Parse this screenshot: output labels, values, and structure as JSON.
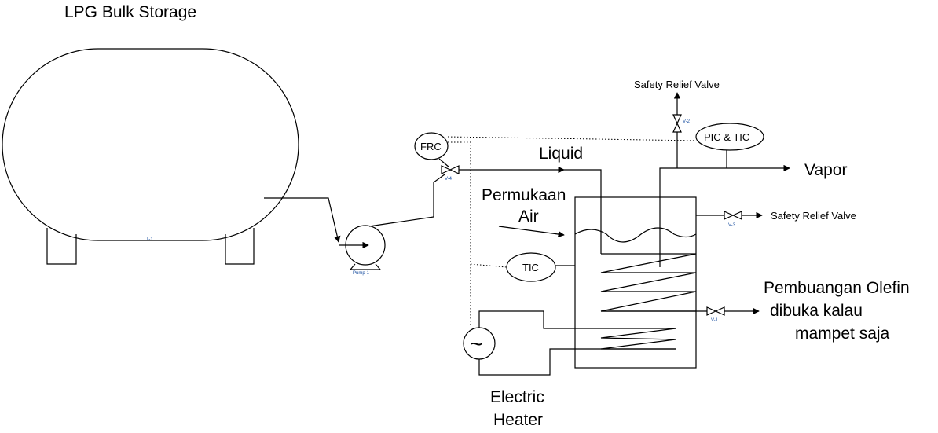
{
  "labels": {
    "storage_title": "LPG Bulk Storage",
    "liquid": "Liquid",
    "vapor": "Vapor",
    "permukaan_air_line1": "Permukaan",
    "permukaan_air_line2": "Air",
    "pembuangan_line1": "Pembuangan Olefin",
    "pembuangan_line2": "dibuka kalau",
    "pembuangan_line3": "mampet saja",
    "electric_heater_line1": "Electric",
    "electric_heater_line2": "Heater",
    "safety_relief_top": "Safety Relief Valve",
    "safety_relief_right": "Safety Relief Valve"
  },
  "instruments": {
    "frc": "FRC",
    "pic_tic": "PIC & TIC",
    "tic": "TIC",
    "heater_symbol": "~"
  },
  "tags": {
    "tank": "T-1",
    "pump": "Pump-1",
    "valve_feed": "V-4",
    "valve_top": "V-2",
    "valve_relief": "V-3",
    "valve_olefin": "V-1"
  },
  "colors": {
    "line": "#000000",
    "tag_text": "#1a4fa0",
    "background": "#ffffff"
  }
}
